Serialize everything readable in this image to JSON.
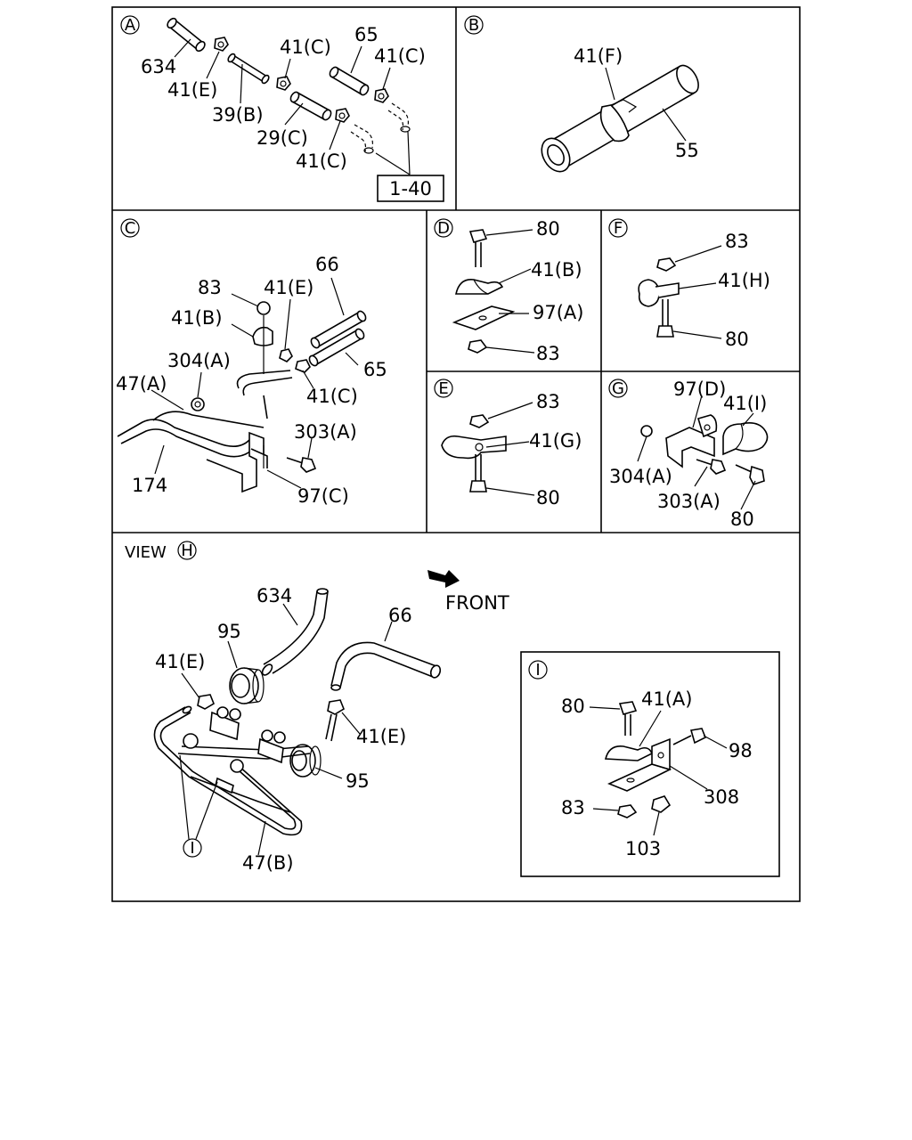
{
  "panels": {
    "A": {
      "marker": "A",
      "labels": [
        "634",
        "41(E)",
        "39(B)",
        "41(C)",
        "65",
        "41(C)",
        "29(C)",
        "41(C)"
      ],
      "ref_box": "1-40"
    },
    "B": {
      "marker": "B",
      "labels": [
        "41(F)",
        "55"
      ]
    },
    "C": {
      "marker": "C",
      "labels": [
        "66",
        "83",
        "41(E)",
        "41(B)",
        "304(A)",
        "47(A)",
        "41(C)",
        "65",
        "303(A)",
        "174",
        "97(C)"
      ]
    },
    "D": {
      "marker": "D",
      "labels": [
        "80",
        "41(B)",
        "97(A)",
        "83"
      ]
    },
    "F": {
      "marker": "F",
      "labels": [
        "83",
        "41(H)",
        "80"
      ]
    },
    "E": {
      "marker": "E",
      "labels": [
        "83",
        "41(G)",
        "80"
      ]
    },
    "G": {
      "marker": "G",
      "labels": [
        "97(D)",
        "41(I)",
        "304(A)",
        "303(A)",
        "80"
      ]
    },
    "H": {
      "view_prefix": "VIEW",
      "marker": "H",
      "front_label": "FRONT",
      "labels": [
        "634",
        "66",
        "95",
        "41(E)",
        "41(E)",
        "95",
        "47(B)"
      ],
      "callout_marker": "I"
    },
    "I": {
      "marker": "I",
      "labels": [
        "80",
        "41(A)",
        "98",
        "308",
        "83",
        "103"
      ]
    }
  }
}
